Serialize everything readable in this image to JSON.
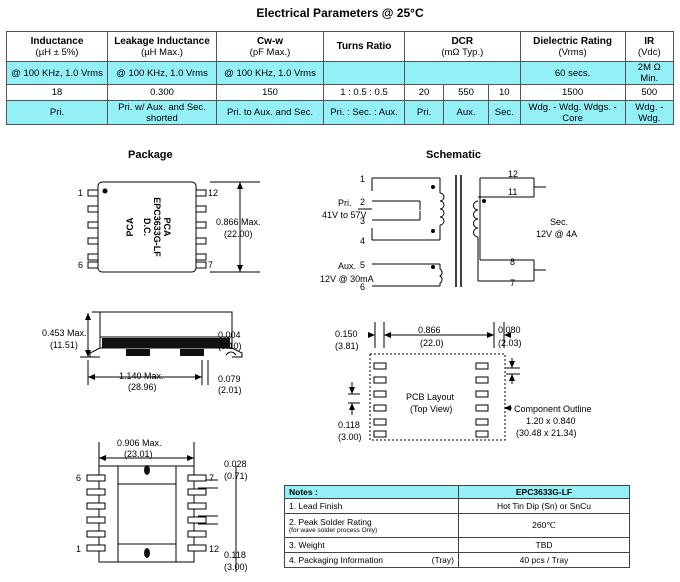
{
  "title": "Electrical Parameters @ 25°C",
  "table": {
    "headers": [
      {
        "name": "Inductance",
        "sub": "(µH ± 5%)"
      },
      {
        "name": "Leakage Inductance",
        "sub": "(µH Max.)"
      },
      {
        "name": "Cw-w",
        "sub": "(pF Max.)"
      },
      {
        "name": "Turns Ratio",
        "sub": ""
      },
      {
        "name": "DCR",
        "sub": "(mΩ Typ.)"
      },
      {
        "name": "Dielectric Rating",
        "sub": "(Vrms)"
      },
      {
        "name": "IR",
        "sub": "(Vdc)"
      }
    ],
    "conditions": [
      "@ 100 KHz, 1.0 Vrms",
      "@ 100 KHz, 1.0 Vrms",
      "@ 100 KHz, 1.0 Vrms",
      "",
      "",
      "60 secs.",
      "2M Ω Min."
    ],
    "values": [
      "18",
      "0.300",
      "150",
      "1 : 0.5 : 0.5",
      "20",
      "550",
      "10",
      "1500",
      "500"
    ],
    "terminals": [
      "Pri.",
      "Pri. w/ Aux. and Sec. shorted",
      "Pri. to Aux. and Sec.",
      "Pri. : Sec. : Aux.",
      "Pri.",
      "Aux.",
      "Sec.",
      "Wdg. - Wdg. Wdgs. - Core",
      "Wdg. - Wdg."
    ]
  },
  "package": {
    "title": "Package",
    "marking": [
      "PCA",
      "EPC3633G-LF",
      "D.C."
    ],
    "pins": {
      "tl": "1",
      "bl": "6",
      "tr": "12",
      "br": "7"
    },
    "height_dim": [
      "0.866 Max.",
      "(22.00)"
    ],
    "side_height": [
      "0.453 Max.",
      "(11.51)"
    ],
    "side_width": [
      "1.140 Max.",
      "(28.96)"
    ],
    "standoff": [
      "0.004",
      "(0.10)"
    ],
    "lead_len": [
      "0.079",
      "(2.01)"
    ],
    "bottom_width": [
      "0.906 Max.",
      "(23.01)"
    ],
    "pin_width": [
      "0.028",
      "(0.71)"
    ],
    "pin_pitch": [
      "0.118",
      "(3.00)"
    ],
    "bottom_pins": {
      "tl": "6",
      "tr": "7",
      "bl": "1",
      "br": "12"
    }
  },
  "schematic": {
    "title": "Schematic",
    "pri": [
      "Pri.",
      "41V to 57V"
    ],
    "aux": [
      "Aux.",
      "12V @ 30mA"
    ],
    "sec": [
      "Sec.",
      "12V @ 4A"
    ],
    "pins_left": [
      "1",
      "2",
      "3",
      "4",
      "5",
      "6"
    ],
    "pins_right": [
      "12",
      "11",
      "8",
      "7"
    ]
  },
  "pcb": {
    "left_dim": [
      "0.150",
      "(3.81)"
    ],
    "mid_dim": [
      "0.866",
      "(22.0)"
    ],
    "right_dim": [
      "0.080",
      "(2.03)"
    ],
    "pitch": [
      "0.118",
      "(3.00)"
    ],
    "label": [
      "PCB Layout",
      "(Top View)"
    ],
    "outline": [
      "Component Outline",
      "1.20 x 0.840",
      "(30.48 x 21.34)"
    ]
  },
  "notes": {
    "header": "Notes :",
    "part": "EPC3633G-LF",
    "rows": [
      {
        "label": "1.  Lead Finish",
        "sub": "",
        "extra": "",
        "value": "Hot Tin Dip (Sn) or  SnCu"
      },
      {
        "label": "2.  Peak Solder Rating",
        "sub": "(for wave solder process Only)",
        "extra": "",
        "value": "260℃"
      },
      {
        "label": "3.  Weight",
        "sub": "",
        "extra": "",
        "value": "TBD"
      },
      {
        "label": "4.  Packaging Information",
        "sub": "",
        "extra": "(Tray)",
        "value": "40 pcs / Tray"
      }
    ]
  }
}
